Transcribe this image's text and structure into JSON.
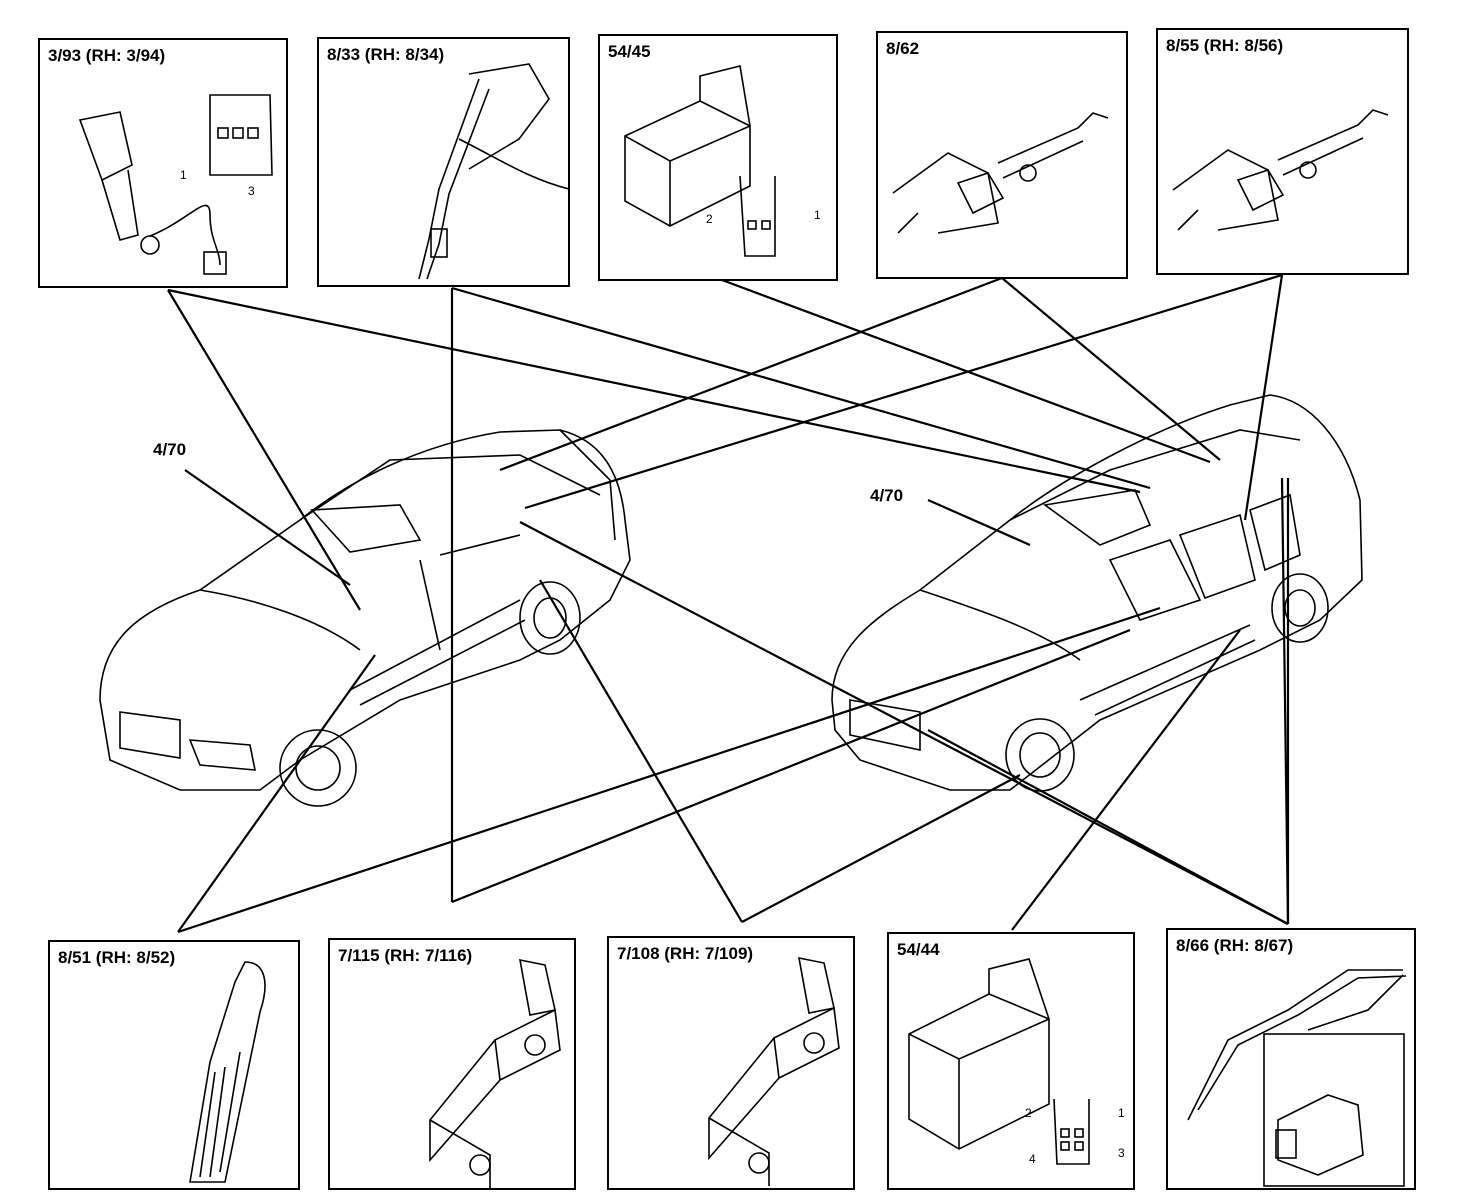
{
  "components": {
    "top": [
      {
        "title": "3/93 (RH: 3/94)",
        "pins": [
          "1",
          "3"
        ]
      },
      {
        "title": "8/33 (RH: 8/34)",
        "pins": []
      },
      {
        "title": "54/45",
        "pins": [
          "2",
          "1"
        ]
      },
      {
        "title": "8/62",
        "pins": []
      },
      {
        "title": "8/55 (RH: 8/56)",
        "pins": []
      }
    ],
    "bottom": [
      {
        "title": "8/51 (RH: 8/52)",
        "pins": []
      },
      {
        "title": "7/115 (RH: 7/116)",
        "pins": []
      },
      {
        "title": "7/108 (RH: 7/109)",
        "pins": []
      },
      {
        "title": "54/44",
        "pins": [
          "2",
          "1",
          "4",
          "3"
        ]
      },
      {
        "title": "8/66 (RH: 8/67)",
        "pins": []
      }
    ]
  },
  "callouts": {
    "sedan": "4/70",
    "wagon": "4/70"
  }
}
